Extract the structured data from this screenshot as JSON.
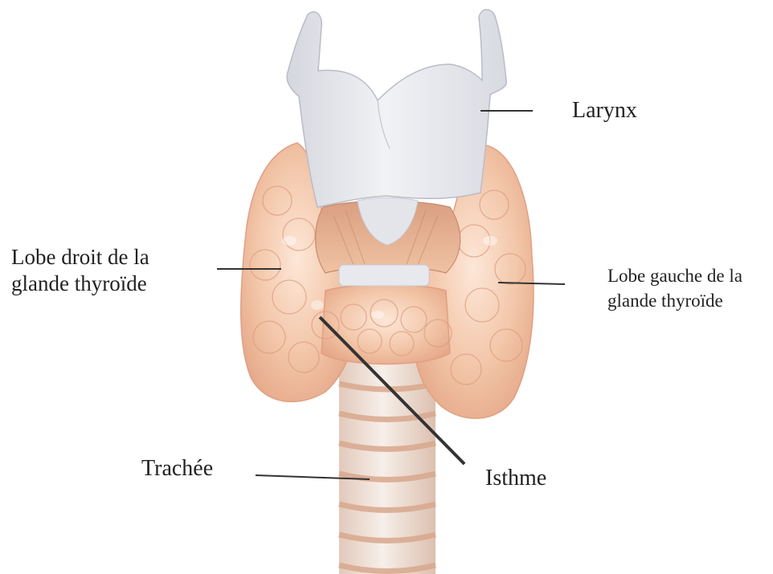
{
  "labels": {
    "larynx": "Larynx",
    "lobe_droit": [
      "Lobe droit de la",
      "glande thyroïde"
    ],
    "lobe_gauche": [
      "Lobe gauche de la",
      "glande thyroïde"
    ],
    "trachee": "Trachée",
    "isthme": "Isthme"
  },
  "colors": {
    "thyroid": "#f2c4a6",
    "thyroid_shade": "#e7a98a",
    "cartilage": "#e6e7ec",
    "trachea_ring": "#ecdcd2",
    "trachea_gap": "#e4b8a0",
    "muscle": "#e9b493",
    "leader_line": "#333333"
  }
}
